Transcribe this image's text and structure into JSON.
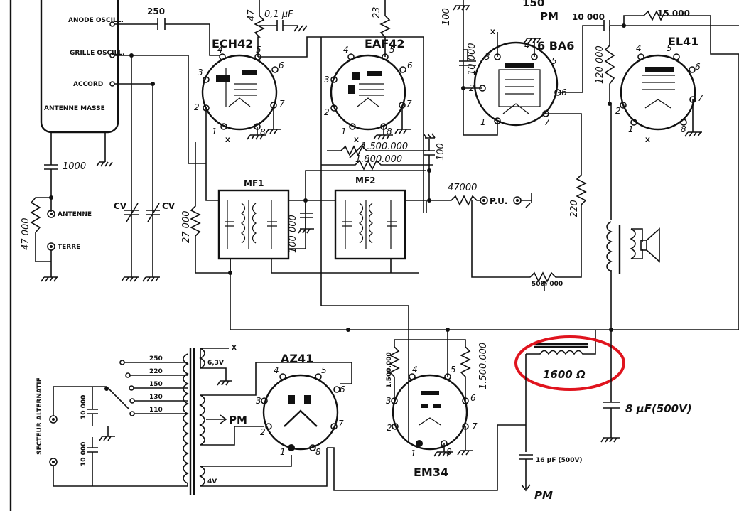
{
  "antenna_box": {
    "anode": "ANODE OSCILL.",
    "grille": "GRILLE OSCILL.",
    "accord": "ACCORD",
    "antenne_masse": "ANTENNE MASSE"
  },
  "inputs": {
    "antenne": "ANTENNE",
    "terre": "TERRE"
  },
  "tubes": {
    "ech42": "ECH42",
    "eaf42": "EAF42",
    "ba6": "6 BA6",
    "el41": "EL41",
    "az41": "AZ41",
    "em34": "EM34"
  },
  "if_transformers": {
    "mf1": "MF1",
    "mf2": "MF2"
  },
  "values": {
    "c250": "250",
    "r47": "47",
    "c01uf": "0,1 μF",
    "r23": "23",
    "r100": "100",
    "c150": "150",
    "pm_top": "PM",
    "c10000a": "10 000",
    "r15000": "15 000",
    "c10000b": "10 000",
    "r120000": "120 000",
    "c1000": "1000",
    "r47000a": "47 000",
    "cv1": "CV",
    "cv2": "CV",
    "r27000": "27 000",
    "c100000": "100 000",
    "r1500000": "1.500.000",
    "r1800000": "1.800.000",
    "c100": "100",
    "r47000b": "47000",
    "pu": "P.U.",
    "r220": "220",
    "pot500000": "500. 000",
    "v250": "250",
    "v220": "220",
    "v150": "150",
    "v130": "130",
    "v110": "110",
    "secteur": "SECTEUR ALTERNATIF",
    "c10000c": "10 000",
    "c10000d": "10 000",
    "v63": "6,3V",
    "x_label": "X",
    "pm_mid": "PM",
    "v4": "4V",
    "r1500000a": "1.500.000",
    "r1500000b": "1.500.000",
    "choke": "1600 Ω",
    "c8uf": "8 μF(500V)",
    "c16uf": "16 μF (500V)",
    "pm_bottom": "PM"
  },
  "highlight_color": "#e0141e"
}
